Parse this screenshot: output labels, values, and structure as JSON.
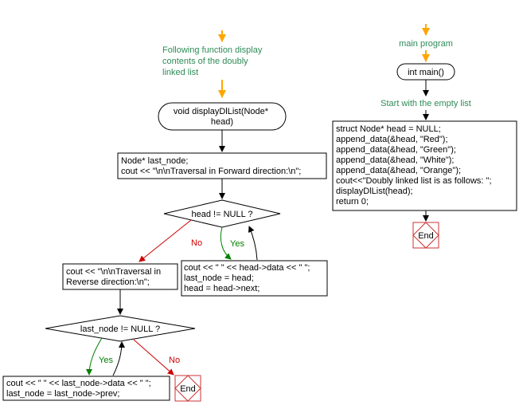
{
  "colors": {
    "entry_arrow": "#ffa500",
    "annotation_text": "#2e8b57",
    "yes_branch": "#008000",
    "no_branch": "#cc0000",
    "end_node": "#cc3333"
  },
  "left": {
    "annotation": [
      "Following function display",
      "contents of the doubly",
      "linked list"
    ],
    "func_node": [
      "void displayDlList(Node*",
      "head)"
    ],
    "init_box": [
      "Node* last_node;",
      "cout << \"\\n\\nTraversal in Forward direction:\\n\";"
    ],
    "forward_condition": "head != NULL ?",
    "forward_no": "No",
    "forward_yes": "Yes",
    "forward_body": [
      "cout << \" \" << head->data << \" \";",
      "last_node = head;",
      "head = head->next;"
    ],
    "reverse_header": [
      "cout << \"\\n\\nTraversal in",
      "Reverse direction:\\n\";"
    ],
    "reverse_condition": "last_node != NULL ?",
    "reverse_yes": "Yes",
    "reverse_no": "No",
    "reverse_body": [
      "cout << \" \" << last_node->data << \" \";",
      "last_node = last_node->prev;"
    ],
    "end_label": "End"
  },
  "right": {
    "annotation_top": "main program",
    "main_node": "int main()",
    "annotation_mid": "Start with the empty list",
    "main_body": [
      "struct Node* head = NULL;",
      "append_data(&head, \"Red\");",
      "append_data(&head, \"Green\");",
      "append_data(&head, \"White\");",
      "append_data(&head, \"Orange\");",
      "cout<<\"Doubly linked list is as follows: \";",
      "displayDlList(head);",
      "return 0;"
    ],
    "end_label": "End"
  }
}
